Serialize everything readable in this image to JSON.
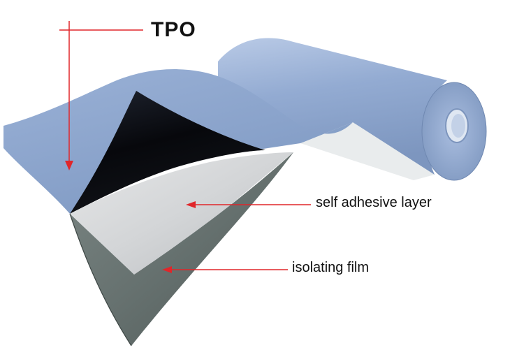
{
  "labels": {
    "tpo": "TPO",
    "self_adhesive_layer": "self adhesive layer",
    "isolating_film": "isolating film"
  },
  "colors": {
    "tpo_membrane": "#8fa7cc",
    "adhesive_layer": "#d3d6d8",
    "isolating_film": "#6c7777",
    "dark_underside": "#0b0d12",
    "arrow": "#e0262a"
  }
}
